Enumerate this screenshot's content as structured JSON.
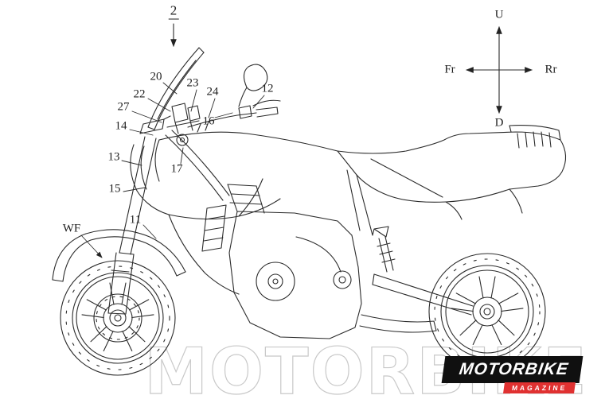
{
  "figure": {
    "number": "2"
  },
  "compass": {
    "up": "U",
    "down": "D",
    "front": "Fr",
    "rear": "Rr"
  },
  "part_labels": {
    "n20": "20",
    "n23": "23",
    "n24": "24",
    "n22": "22",
    "n27": "27",
    "n14": "14",
    "n12": "12",
    "n16": "16",
    "n13": "13",
    "n17": "17",
    "n15": "15",
    "n11": "11",
    "wf": "WF"
  },
  "watermark": {
    "text": "MOTORBIKE"
  },
  "logo": {
    "title": "MOTORBIKE",
    "subtitle": "MAGAZINE",
    "colors": {
      "banner": "#101010",
      "accent": "#e03131",
      "text": "#ffffff"
    }
  }
}
